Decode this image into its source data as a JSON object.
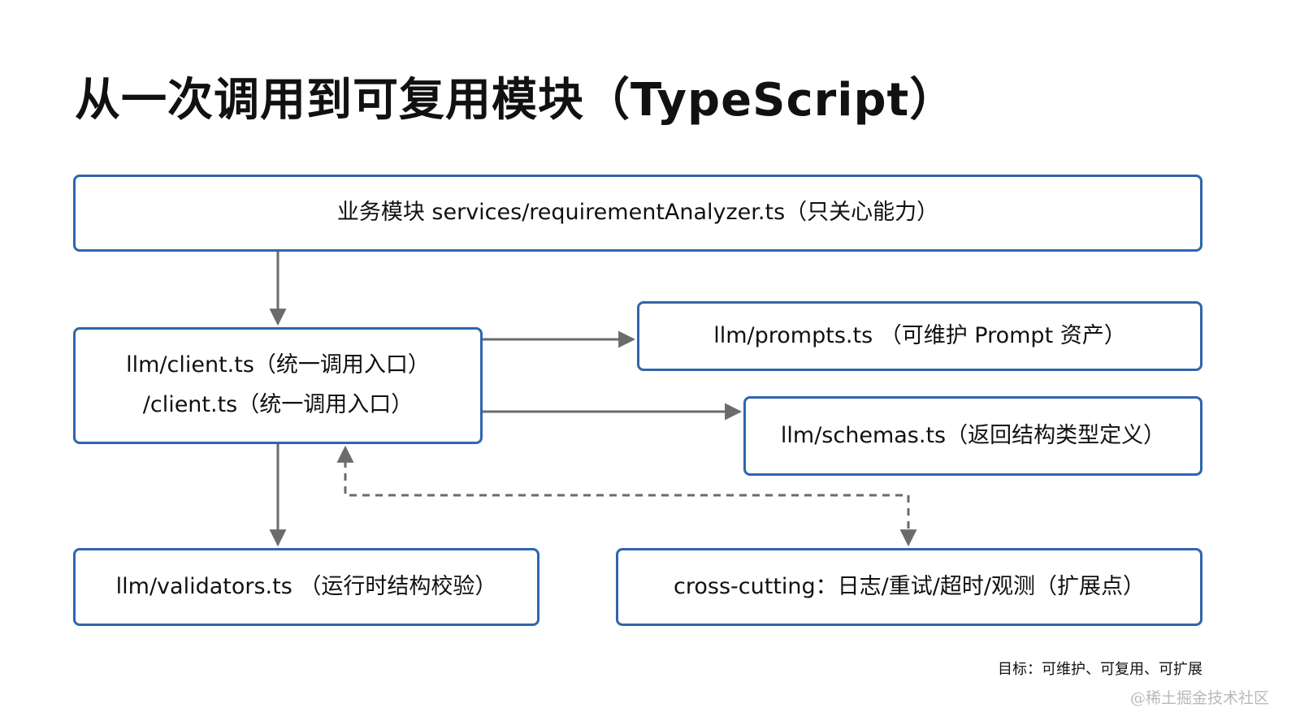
{
  "title": "从一次调用到可复用模块（TypeScript）",
  "nodes": {
    "services": {
      "label": "业务模块 services/requirementAnalyzer.ts（只关心能力）"
    },
    "client": {
      "line1": "llm/client.ts（统一调用入口）",
      "line2": "/client.ts（统一调用入口）"
    },
    "prompts": {
      "label": "llm/prompts.ts （可维护 Prompt 资产）"
    },
    "schemas": {
      "label": "llm/schemas.ts（返回结构类型定义）"
    },
    "validators": {
      "label": "llm/validators.ts （运行时结构校验）"
    },
    "crosscut": {
      "label": "cross-cutting：日志/重试/超时/观测（扩展点）"
    }
  },
  "edges": [
    {
      "from": "services",
      "to": "client",
      "style": "solid"
    },
    {
      "from": "client",
      "to": "prompts",
      "style": "solid"
    },
    {
      "from": "client",
      "to": "schemas",
      "style": "solid"
    },
    {
      "from": "client",
      "to": "validators",
      "style": "solid"
    },
    {
      "from": "crosscut",
      "to": "client",
      "style": "dashed",
      "bidirectional": true
    }
  ],
  "footnote": "目标：可维护、可复用、可扩展",
  "watermark": "@稀土掘金技术社区",
  "colors": {
    "box_border": "#2f66ad",
    "arrow": "#6b6b6b"
  }
}
